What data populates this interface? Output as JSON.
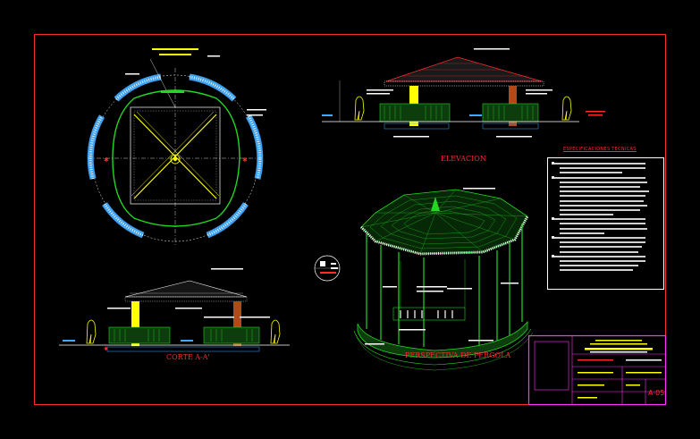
{
  "drawing": {
    "view_titles": {
      "elevation": "ELEVACION",
      "section": "CORTE A-A'",
      "perspective": "PERSPECTIVA DE PERGOLA",
      "specs": "ESPECIFICACIONES TECNICAS"
    },
    "sheet_code": "A-05"
  },
  "colors": {
    "border": "#ff2a2a",
    "titleblock": "#ff33ff",
    "green": "#22d822",
    "yellow": "#ffff00",
    "brown": "#b04a1a",
    "cyan": "#3fa8ff",
    "red_text": "#ff2a2a"
  }
}
